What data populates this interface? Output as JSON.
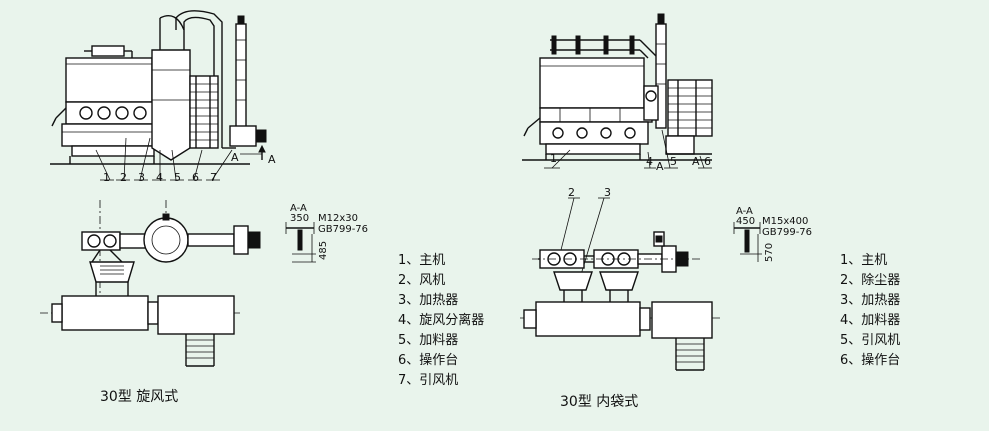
{
  "left": {
    "caption": "30型  旋风式",
    "callouts": [
      "1",
      "2",
      "3",
      "4",
      "5",
      "6",
      "7"
    ],
    "section_marks": [
      "A",
      "A"
    ],
    "section": {
      "title": "A-A",
      "width": "350",
      "bolt": "M12x30",
      "standard": "GB799-76",
      "height": "485"
    },
    "legend": [
      "1、主机",
      "2、风机",
      "3、加热器",
      "4、旋风分离器",
      "5、加料器",
      "6、操作台",
      "7、引风机"
    ]
  },
  "right": {
    "caption": "30型  内袋式",
    "callouts": [
      "1",
      "4",
      "5",
      "6",
      "2",
      "3"
    ],
    "section_marks": [
      "A",
      "A"
    ],
    "section": {
      "title": "A-A",
      "width": "450",
      "bolt": "M15x400",
      "standard": "GB799-76",
      "height": "570"
    },
    "legend": [
      "1、主机",
      "2、除尘器",
      "3、加热器",
      "4、加料器",
      "5、引风机",
      "6、操作台"
    ]
  }
}
